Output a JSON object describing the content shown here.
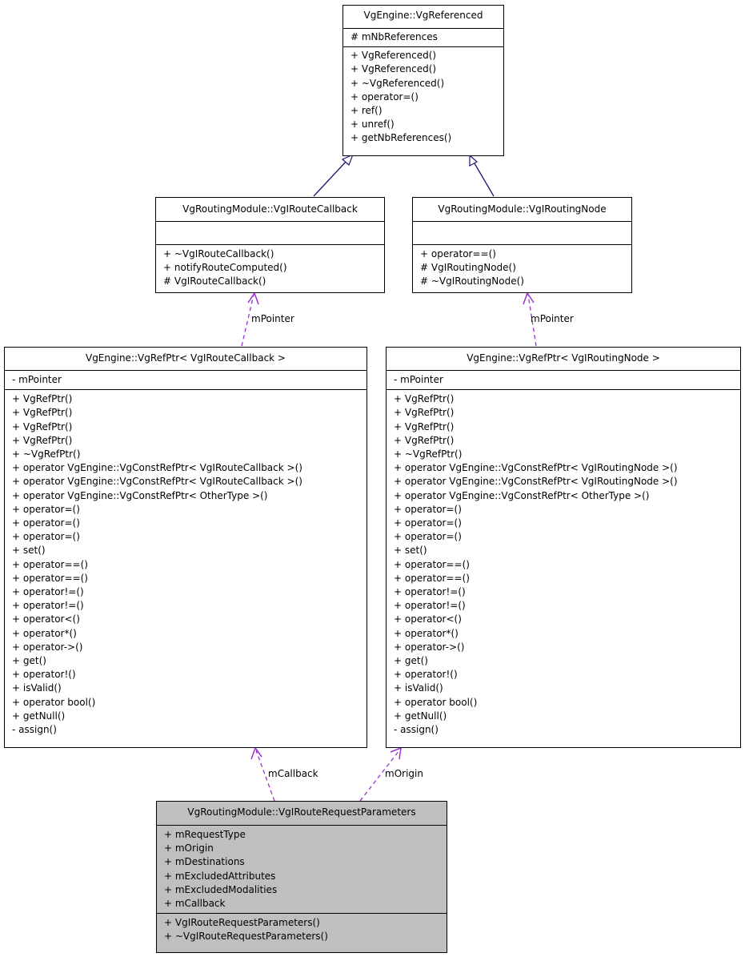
{
  "nodes": {
    "vgreferenced": {
      "title": "VgEngine::VgReferenced",
      "attributes": [
        "# mNbReferences"
      ],
      "methods": [
        "+ VgReferenced()",
        "+ VgReferenced()",
        "+ ~VgReferenced()",
        "+ operator=()",
        "+ ref()",
        "+ unref()",
        "+ getNbReferences()"
      ]
    },
    "routecallback": {
      "title": "VgRoutingModule::VgIRouteCallback",
      "attributes": [],
      "methods": [
        "+ ~VgIRouteCallback()",
        "+ notifyRouteComputed()",
        "# VgIRouteCallback()"
      ]
    },
    "routingnode": {
      "title": "VgRoutingModule::VgIRoutingNode",
      "attributes": [],
      "methods": [
        "+ operator==()",
        "# VgIRoutingNode()",
        "# ~VgIRoutingNode()"
      ]
    },
    "refptr_callback": {
      "title": "VgEngine::VgRefPtr< VgIRouteCallback >",
      "attributes": [
        "- mPointer"
      ],
      "methods": [
        "+ VgRefPtr()",
        "+ VgRefPtr()",
        "+ VgRefPtr()",
        "+ VgRefPtr()",
        "+ ~VgRefPtr()",
        "+ operator VgEngine::VgConstRefPtr< VgIRouteCallback >()",
        "+ operator VgEngine::VgConstRefPtr< VgIRouteCallback >()",
        "+ operator VgEngine::VgConstRefPtr< OtherType >()",
        "+ operator=()",
        "+ operator=()",
        "+ operator=()",
        "+ set()",
        "+ operator==()",
        "+ operator==()",
        "+ operator!=()",
        "+ operator!=()",
        "+ operator<()",
        "+ operator*()",
        "+ operator->()",
        "+ get()",
        "+ operator!()",
        "+ isValid()",
        "+ operator bool()",
        "+ getNull()",
        "- assign()"
      ]
    },
    "refptr_node": {
      "title": "VgEngine::VgRefPtr< VgIRoutingNode >",
      "attributes": [
        "- mPointer"
      ],
      "methods": [
        "+ VgRefPtr()",
        "+ VgRefPtr()",
        "+ VgRefPtr()",
        "+ VgRefPtr()",
        "+ ~VgRefPtr()",
        "+ operator VgEngine::VgConstRefPtr< VgIRoutingNode >()",
        "+ operator VgEngine::VgConstRefPtr< VgIRoutingNode >()",
        "+ operator VgEngine::VgConstRefPtr< OtherType >()",
        "+ operator=()",
        "+ operator=()",
        "+ operator=()",
        "+ set()",
        "+ operator==()",
        "+ operator==()",
        "+ operator!=()",
        "+ operator!=()",
        "+ operator<()",
        "+ operator*()",
        "+ operator->()",
        "+ get()",
        "+ operator!()",
        "+ isValid()",
        "+ operator bool()",
        "+ getNull()",
        "- assign()"
      ]
    },
    "requestparams": {
      "title": "VgRoutingModule::VgIRouteRequestParameters",
      "attributes": [
        "+ mRequestType",
        "+ mOrigin",
        "+ mDestinations",
        "+ mExcludedAttributes",
        "+ mExcludedModalities",
        "+ mCallback"
      ],
      "methods": [
        "+ VgIRouteRequestParameters()",
        "+ ~VgIRouteRequestParameters()"
      ]
    }
  },
  "edge_labels": {
    "mpointer_callback": "mPointer",
    "mpointer_node": "mPointer",
    "mcallback": "mCallback",
    "morigin": "mOrigin"
  },
  "colors": {
    "inheritance": "#191970",
    "usage": "#9a32cd",
    "highlight_fill": "#bfbfbf"
  }
}
